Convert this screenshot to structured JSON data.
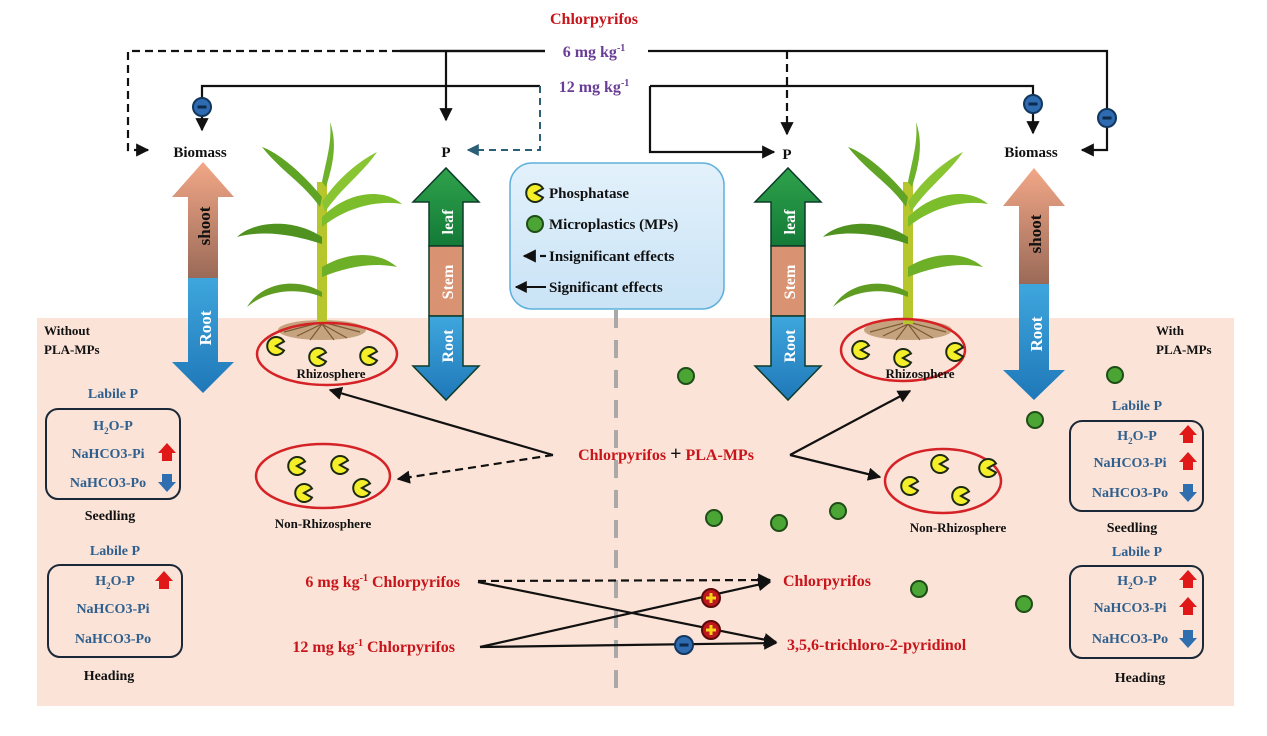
{
  "colors": {
    "soil": "#fbe3d7",
    "red_text": "#c8151b",
    "purple_text": "#6a3d96",
    "blue_text": "#2e5f8e",
    "legend_bg": "#d7ebf8",
    "legend_border": "#5fb0dc",
    "phosphatase": "#f5ef2a",
    "microplastic": "#4ba534",
    "up_arrow": "#e01818",
    "down_arrow": "#2f6fb0",
    "minus_badge": "#2e6bb0",
    "plus_badge": "#c0171c"
  },
  "top": {
    "title": "Chlorpyrifos",
    "dose_low": "6 mg kg",
    "dose_high": "12 mg kg",
    "dose_sup": "-1"
  },
  "left_plant": {
    "biomass_label": "Biomass",
    "p_label": "P",
    "biomass_arrow": {
      "top": "shoot",
      "bottom": "Root"
    },
    "p_arrow": {
      "top": "leaf",
      "middle": "Stem",
      "bottom": "Root"
    },
    "rhizosphere": "Rhizosphere",
    "non_rhizosphere": "Non-Rhizosphere"
  },
  "right_plant": {
    "biomass_label": "Biomass",
    "p_label": "P",
    "biomass_arrow": {
      "top": "shoot",
      "bottom": "Root"
    },
    "p_arrow": {
      "top": "leaf",
      "middle": "Stem",
      "bottom": "Root"
    },
    "rhizosphere": "Rhizosphere",
    "non_rhizosphere": "Non-Rhizosphere"
  },
  "legend": {
    "items": [
      {
        "icon": "phosphatase-icon",
        "label": "Phosphatase"
      },
      {
        "icon": "microplastic-icon",
        "label": "Microplastics (MPs)"
      },
      {
        "icon": "dashed-arrow-icon",
        "label": "Insignificant effects"
      },
      {
        "icon": "solid-arrow-icon",
        "label": "Significant effects"
      }
    ]
  },
  "left_panel": {
    "condition_line1": "Without",
    "condition_line2": "PLA-MPs",
    "stages": [
      {
        "header": "Labile P",
        "stage": "Seedling",
        "rows": [
          {
            "label_main": "H",
            "label_sub": "2",
            "label_rest": "O-P",
            "trend": "none"
          },
          {
            "label_main": "NaHCO3-Pi",
            "label_sub": "",
            "label_rest": "",
            "trend": "up"
          },
          {
            "label_main": "NaHCO3-Po",
            "label_sub": "",
            "label_rest": "",
            "trend": "down"
          }
        ]
      },
      {
        "header": "Labile P",
        "stage": "Heading",
        "rows": [
          {
            "label_main": "H",
            "label_sub": "2",
            "label_rest": "O-P",
            "trend": "up"
          },
          {
            "label_main": "NaHCO3-Pi",
            "label_sub": "",
            "label_rest": "",
            "trend": "none"
          },
          {
            "label_main": "NaHCO3-Po",
            "label_sub": "",
            "label_rest": "",
            "trend": "none"
          }
        ]
      }
    ]
  },
  "right_panel": {
    "condition_line1": "With",
    "condition_line2": "PLA-MPs",
    "stages": [
      {
        "header": "Labile P",
        "stage": "Seedling",
        "rows": [
          {
            "label_main": "H",
            "label_sub": "2",
            "label_rest": "O-P",
            "trend": "up"
          },
          {
            "label_main": "NaHCO3-Pi",
            "label_sub": "",
            "label_rest": "",
            "trend": "up"
          },
          {
            "label_main": "NaHCO3-Po",
            "label_sub": "",
            "label_rest": "",
            "trend": "down"
          }
        ]
      },
      {
        "header": "Labile P",
        "stage": "Heading",
        "rows": [
          {
            "label_main": "H",
            "label_sub": "2",
            "label_rest": "O-P",
            "trend": "up"
          },
          {
            "label_main": "NaHCO3-Pi",
            "label_sub": "",
            "label_rest": "",
            "trend": "up"
          },
          {
            "label_main": "NaHCO3-Po",
            "label_sub": "",
            "label_rest": "",
            "trend": "down"
          }
        ]
      }
    ]
  },
  "center": {
    "treatment_a": "Chlorpyrifos",
    "treatment_plus": "+",
    "treatment_b": "PLA-MPs"
  },
  "degradation": {
    "source_low_main": "6 mg kg",
    "source_low_sup": "-1",
    "source_low_rest": " Chlorpyrifos",
    "source_high_main": "12 mg kg",
    "source_high_sup": "-1",
    "source_high_rest": " Chlorpyrifos",
    "target_parent": "Chlorpyrifos",
    "target_metabolite": "3,5,6-trichloro-2-pyridinol"
  }
}
